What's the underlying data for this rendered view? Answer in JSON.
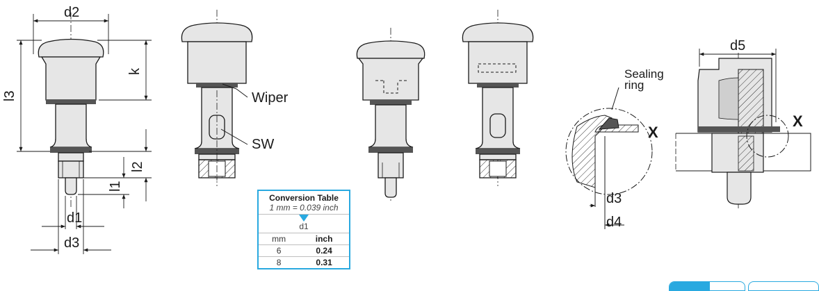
{
  "labels": {
    "d2": "d2",
    "k": "k",
    "l3": "l3",
    "l2": "l2",
    "l1": "l1",
    "d1": "d1",
    "d3_left": "d3",
    "wiper": "Wiper",
    "sw": "SW",
    "sealing_ring": "Sealing\nring",
    "sealing_line1": "Sealing",
    "sealing_line2": "ring",
    "x_detail": "X",
    "x_section": "X",
    "d3_detail": "d3",
    "d4": "d4",
    "d5": "d5"
  },
  "conversion_table": {
    "title": "Conversion Table",
    "subtitle": "1 mm = 0.039 inch",
    "column_label": "d1",
    "headers": {
      "mm": "mm",
      "inch": "inch"
    },
    "rows": [
      {
        "mm": "6",
        "inch": "0.24"
      },
      {
        "mm": "8",
        "inch": "0.31"
      }
    ]
  },
  "colors": {
    "accent": "#29a9e0",
    "body_fill": "#e6e6e6",
    "band_fill": "#555555",
    "line": "#1a1a1a"
  }
}
